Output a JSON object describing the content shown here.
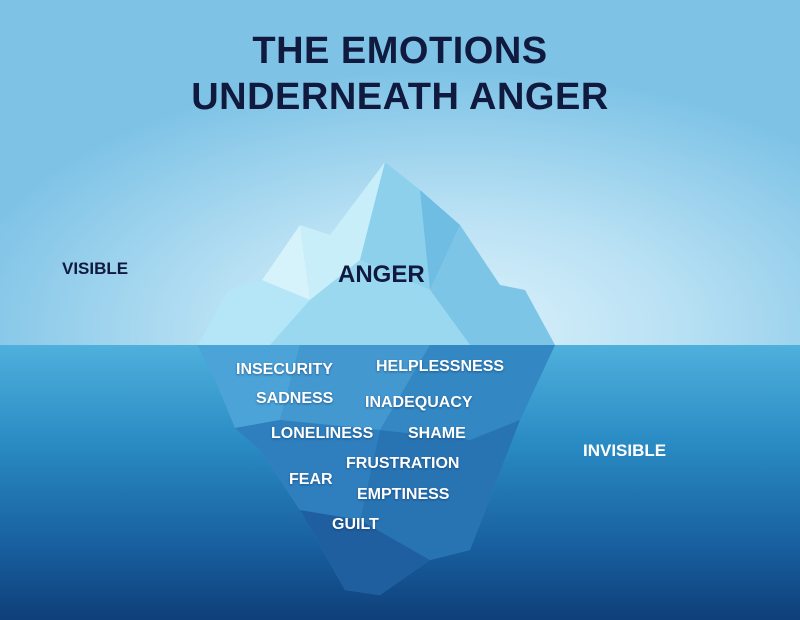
{
  "title": {
    "line1": "THE EMOTIONS",
    "line2": "UNDERNEATH ANGER"
  },
  "labels": {
    "visible": "VISIBLE",
    "invisible": "INVISIBLE"
  },
  "tip": {
    "label": "ANGER"
  },
  "hidden_emotions": [
    "INSECURITY",
    "HELPLESSNESS",
    "SADNESS",
    "INADEQUACY",
    "LONELINESS",
    "SHAME",
    "FRUSTRATION",
    "FEAR",
    "EMPTINESS",
    "GUILT"
  ],
  "colors": {
    "title": "#101a3e",
    "sky": "#b9e1f4",
    "water": "#2a8cc4",
    "deep_water": "#0f3f78",
    "ice": "#8fd3ee"
  }
}
